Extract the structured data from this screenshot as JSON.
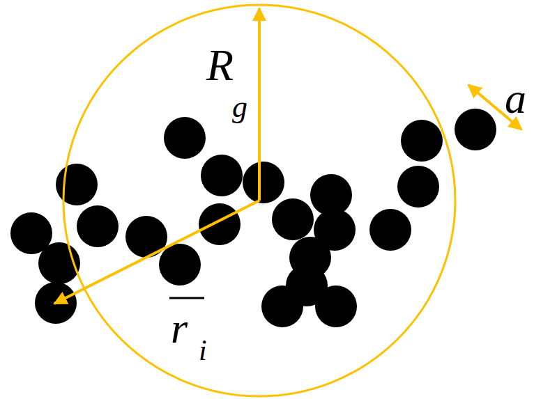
{
  "diagram": {
    "labels": [
      "R",
      "g",
      "r",
      "i",
      "a"
    ]
  }
}
